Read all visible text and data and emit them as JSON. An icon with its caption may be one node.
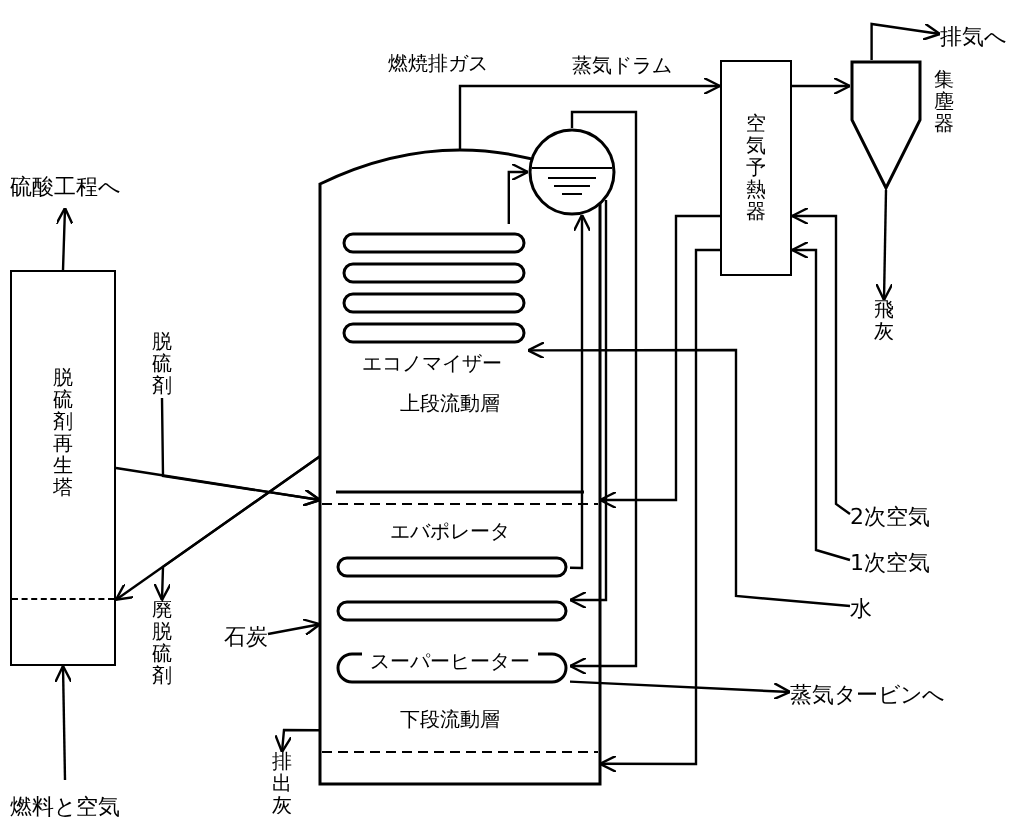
{
  "diagram": {
    "nodes": [
      {
        "text": [],
        "shape": "box"
      },
      {
        "text": [
          "エコノマイザー"
        ],
        "in": 0
      },
      {
        "text": [
          "上段流動層"
        ],
        "in": 0
      },
      {
        "text": [
          "エバポレータ"
        ],
        "in": 0
      },
      {
        "text": [
          "スーパーヒーター"
        ],
        "in": 0
      },
      {
        "text": [
          "下段流動層"
        ],
        "in": 0
      },
      {
        "text": [],
        "shape": "circle",
        "beside": [
          "蒸気ドラム"
        ]
      },
      {
        "text": [
          "空気予熱器"
        ]
      },
      {
        "text": [
          "集塵器"
        ]
      },
      {
        "text": [
          "脱硫剤再生塔"
        ]
      },
      {
        "text": [
          "排気へ"
        ]
      },
      {
        "text": [
          "飛灰"
        ]
      },
      {
        "text": [
          "硫酸工程へ"
        ]
      },
      {
        "text": [
          "脱硫剤"
        ]
      },
      {
        "text": [
          "廃脱硫剤"
        ]
      },
      {
        "text": [
          "燃料と空気"
        ]
      },
      {
        "text": [
          "石炭"
        ]
      },
      {
        "text": [
          "排出灰"
        ]
      },
      {
        "text": [
          "2次空気"
        ]
      },
      {
        "text": [
          "1次空気"
        ]
      },
      {
        "text": [
          "水"
        ]
      },
      {
        "text": [
          "蒸気タービンへ"
        ]
      }
    ],
    "edges": [
      {
        "from": 0,
        "to": 7,
        "arrow": "to",
        "label": "燃焼排ガス"
      },
      {
        "from": 7,
        "to": 8,
        "arrow": "to"
      },
      {
        "from": 8,
        "to": 10,
        "arrow": "to"
      },
      {
        "from": 8,
        "to": 11,
        "arrow": "to"
      },
      {
        "from": 9,
        "to": 12,
        "arrow": "to"
      },
      {
        "from": 15,
        "to": 9,
        "arrow": "to"
      },
      {
        "from": 9,
        "to": 0,
        "arrow": "to"
      },
      {
        "from": 0,
        "to": 9,
        "arrow": "to"
      },
      {
        "from": 13,
        "to": 0,
        "arrow": "to"
      },
      {
        "from": 0,
        "to": 14,
        "arrow": "to"
      },
      {
        "from": 16,
        "to": 0,
        "arrow": "to"
      },
      {
        "from": 0,
        "to": 17,
        "arrow": "to"
      },
      {
        "from": 18,
        "to": 7,
        "arrow": "to"
      },
      {
        "from": 19,
        "to": 7,
        "arrow": "to"
      },
      {
        "from": 20,
        "to": 1,
        "arrow": "to"
      },
      {
        "from": 7,
        "to": 0,
        "arrow": "to"
      },
      {
        "from": 7,
        "to": 0,
        "arrow": "to"
      },
      {
        "from": 1,
        "to": 6,
        "arrow": "to"
      },
      {
        "from": 6,
        "to": 3,
        "arrow": "to"
      },
      {
        "from": 3,
        "to": 6,
        "arrow": "to"
      },
      {
        "from": 6,
        "to": 4,
        "arrow": "to"
      },
      {
        "from": 4,
        "to": 21,
        "arrow": "to"
      }
    ]
  }
}
